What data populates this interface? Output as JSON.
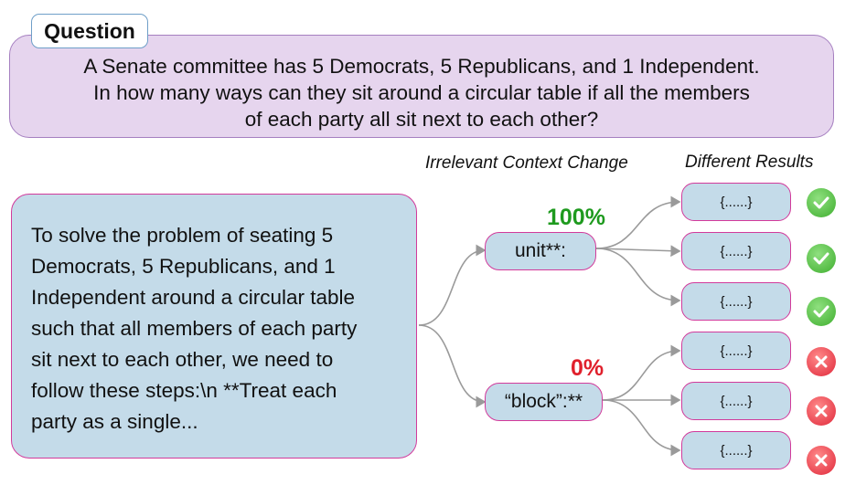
{
  "question": {
    "tag": "Question",
    "lines": [
      "A Senate committee has 5 Democrats, 5 Republicans, and 1 Independent.",
      "In how many ways can they sit around a circular table if all the members",
      "of each party all sit next to each other?"
    ]
  },
  "labels": {
    "context_change": "Irrelevant Context Change",
    "results": "Different Results"
  },
  "context": {
    "lines": [
      "To solve the problem of seating 5",
      "Democrats, 5 Republicans, and 1",
      "Independent around a circular table",
      "such that all members of each party",
      "sit next to each other, we need to",
      "follow these steps:\\n **Treat each",
      "party as a single..."
    ]
  },
  "branches": [
    {
      "token": "unit**:",
      "percent": "100%",
      "percent_color": "#1e9a1e",
      "results": [
        {
          "text": "{......}",
          "status": "correct",
          "icon": "check-icon"
        },
        {
          "text": "{......}",
          "status": "correct",
          "icon": "check-icon"
        },
        {
          "text": "{......}",
          "status": "correct",
          "icon": "check-icon"
        }
      ]
    },
    {
      "token": "“block”:**",
      "percent": "0%",
      "percent_color": "#e0202c",
      "results": [
        {
          "text": "{......}",
          "status": "wrong",
          "icon": "cross-icon"
        },
        {
          "text": "{......}",
          "status": "wrong",
          "icon": "cross-icon"
        },
        {
          "text": "{......}",
          "status": "wrong",
          "icon": "cross-icon"
        }
      ]
    }
  ],
  "colors": {
    "question_bg": "#e6d5ee",
    "box_bg": "#c4dbe9",
    "box_border": "#d23a9b",
    "connector": "#9a9a9a"
  }
}
